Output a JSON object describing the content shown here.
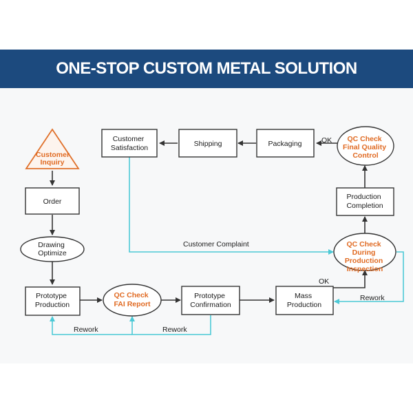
{
  "header": {
    "title": "ONE-STOP CUSTOM METAL SOLUTION"
  },
  "colors": {
    "banner": "#1c4a7e",
    "dark": "#333333",
    "cyan": "#4cc9d6",
    "orange": "#e06a22",
    "triangle": "#e0702a"
  },
  "nodes": {
    "customer_inquiry": [
      "Customer",
      "Inquiry"
    ],
    "order": [
      "Order"
    ],
    "drawing_optimize": [
      "Drawing",
      "Optimize"
    ],
    "prototype_production": [
      "Prototype",
      "Production"
    ],
    "qc_fai": [
      "QC Check",
      "FAI Report"
    ],
    "prototype_confirmation": [
      "Prototype",
      "Confirmation"
    ],
    "mass_production": [
      "Mass",
      "Production"
    ],
    "qc_during": [
      "QC Check",
      "During",
      "Production",
      "Inspection"
    ],
    "production_completion": [
      "Production",
      "Completion"
    ],
    "qc_final": [
      "QC Check",
      "Final Quality",
      "Control"
    ],
    "packaging": [
      "Packaging"
    ],
    "shipping": [
      "Shipping"
    ],
    "customer_satisfaction": [
      "Customer",
      "Satisfaction"
    ]
  },
  "edge_labels": {
    "ok_final": "OK",
    "customer_complaint": "Customer Complaint",
    "ok_mass": "OK",
    "rework_right": "Rework",
    "rework_left": "Rework",
    "rework_mid": "Rework"
  }
}
